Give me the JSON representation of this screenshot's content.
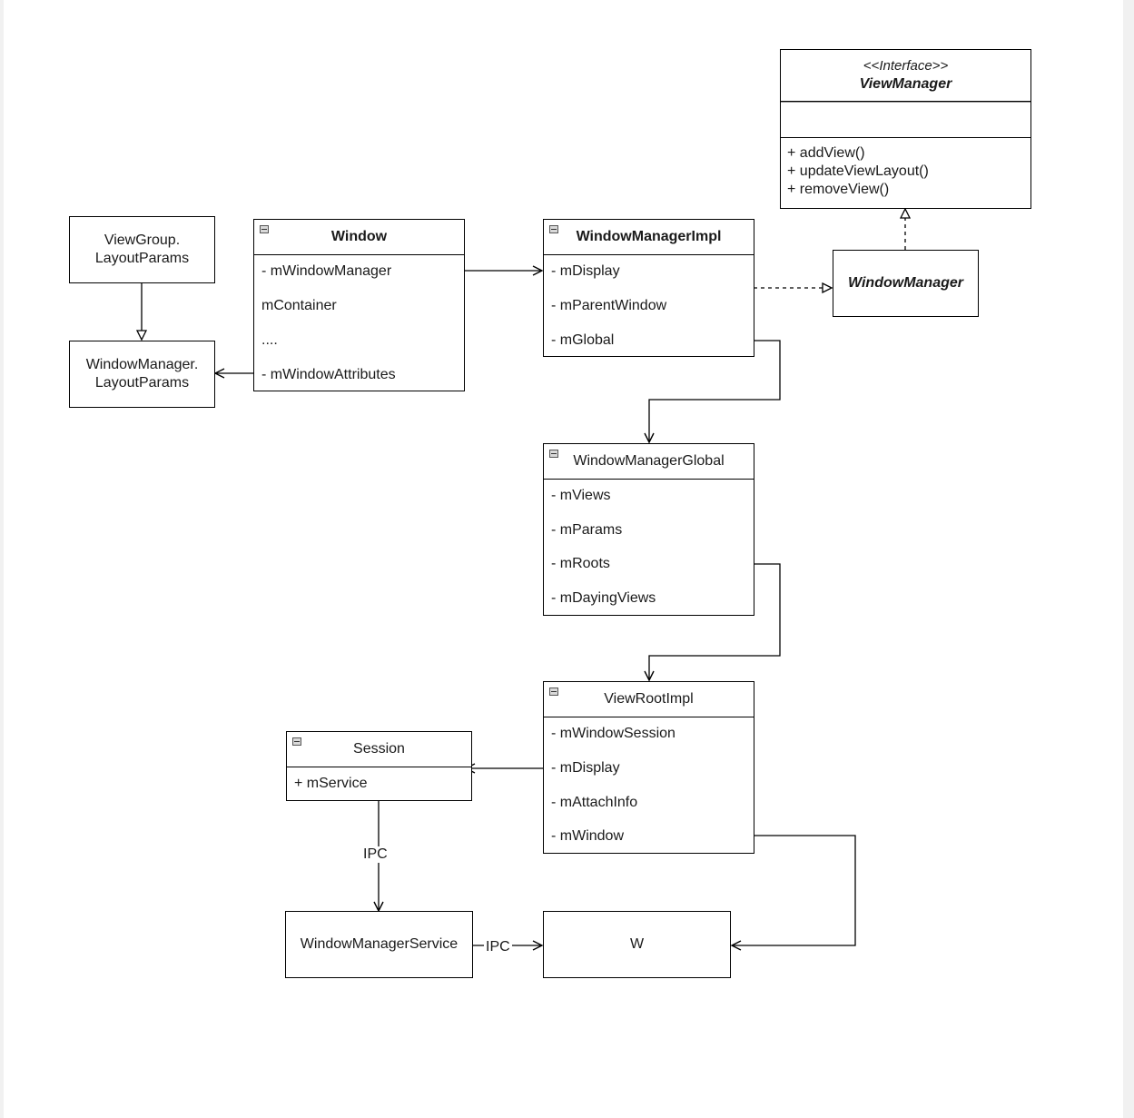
{
  "interface": {
    "stereotype": "<<Interface>>",
    "name": "ViewManager",
    "methods": [
      "+ addView()",
      "+ updateViewLayout()",
      "+ removeView()"
    ]
  },
  "viewgroup_params": [
    "ViewGroup.",
    "LayoutParams"
  ],
  "windowmanager_params": [
    "WindowManager.",
    "LayoutParams"
  ],
  "window": {
    "name": "Window",
    "fields": [
      "- mWindowManager",
      "mContainer",
      "....",
      "- mWindowAttributes"
    ]
  },
  "impl": {
    "name": "WindowManagerImpl",
    "fields": [
      "- mDisplay",
      "- mParentWindow",
      "- mGlobal"
    ]
  },
  "windowmanager": {
    "name": "WindowManager"
  },
  "global": {
    "name": "WindowManagerGlobal",
    "fields": [
      "- mViews",
      "- mParams",
      "- mRoots",
      "- mDayingViews"
    ]
  },
  "viewroot": {
    "name": "ViewRootImpl",
    "fields": [
      "- mWindowSession",
      "- mDisplay",
      "- mAttachInfo",
      "- mWindow"
    ]
  },
  "session": {
    "name": "Session",
    "fields": [
      "+ mService"
    ]
  },
  "wms": {
    "name": "WindowManagerService"
  },
  "w": {
    "name": "W"
  },
  "edges": {
    "ipc_vertical": "IPC",
    "ipc_horizontal": "IPC"
  }
}
